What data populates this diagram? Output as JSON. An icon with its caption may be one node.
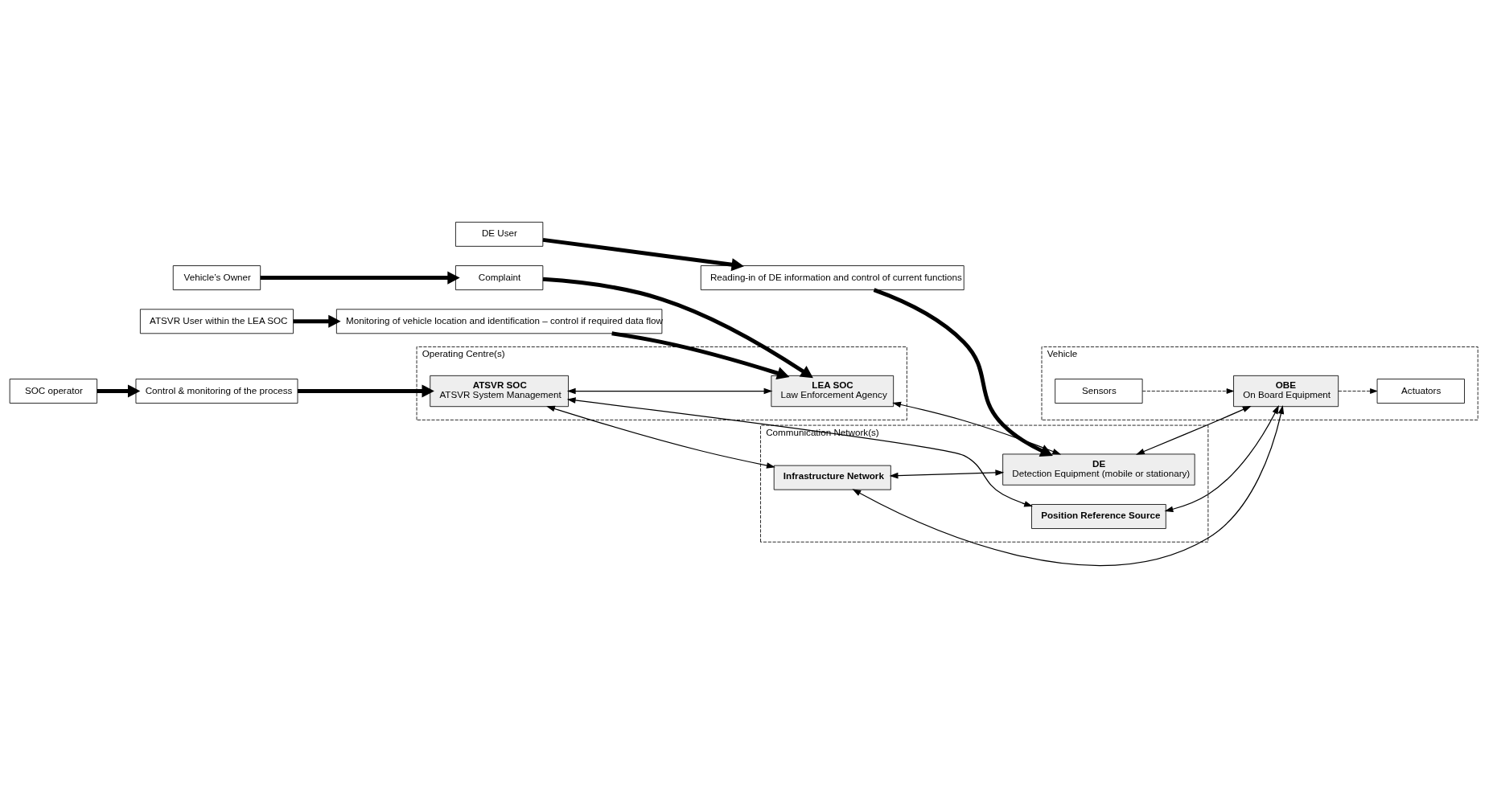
{
  "diagram": {
    "nodes": [
      {
        "text": [
          "Operating Centre(s)"
        ]
      },
      {
        "text": [
          "ATSVR SOC",
          "ATSVR System Management"
        ],
        "in": 0
      },
      {
        "text": [
          "LEA SOC",
          "Law Enforcement Agency"
        ],
        "in": 0
      },
      {
        "text": [
          "Communication Network(s)"
        ]
      },
      {
        "text": [
          "Position Reference Source"
        ],
        "in": 3
      },
      {
        "text": [
          "Infrastructure Network"
        ],
        "in": 3
      },
      {
        "text": [
          "DE",
          "Detection Equipment (mobile or stationary)"
        ],
        "in": 3
      },
      {
        "text": [
          "Vehicle"
        ]
      },
      {
        "text": [
          "Sensors"
        ],
        "in": 7
      },
      {
        "text": [
          "Actuators"
        ],
        "in": 7
      },
      {
        "text": [
          "OBE",
          "On Board Equipment"
        ],
        "in": 7
      },
      {
        "text": [
          "SOC operator"
        ]
      },
      {
        "text": [
          "Control & monitoring of the process"
        ]
      },
      {
        "text": [
          "Vehicle’s Owner"
        ]
      },
      {
        "text": [
          "Complaint"
        ]
      },
      {
        "text": [
          "Monitoring of vehicle location and identification – control if required data flow"
        ]
      },
      {
        "text": [
          "Reading-in of DE information and control of current functions"
        ]
      },
      {
        "text": [
          "ATSVR User within the LEA SOC"
        ]
      },
      {
        "text": [
          "DE User"
        ]
      }
    ],
    "edges": [
      {
        "from": 11,
        "to": 12,
        "arrow": "to",
        "style": "thick"
      },
      {
        "from": 12,
        "to": 1,
        "arrow": "to",
        "style": "thick"
      },
      {
        "from": 13,
        "to": 14,
        "arrow": "to",
        "style": "thick"
      },
      {
        "from": 14,
        "to": 2,
        "arrow": "to",
        "style": "thick"
      },
      {
        "from": 1,
        "to": 4,
        "arrow": "both"
      },
      {
        "from": 1,
        "to": 5,
        "arrow": "both"
      },
      {
        "from": 1,
        "to": 2,
        "arrow": "both"
      },
      {
        "from": 2,
        "to": 6,
        "arrow": "both"
      },
      {
        "from": 5,
        "to": 6,
        "arrow": "both"
      },
      {
        "from": 4,
        "to": 10,
        "arrow": "both"
      },
      {
        "from": 5,
        "to": 10,
        "arrow": "both"
      },
      {
        "from": 6,
        "to": 10,
        "arrow": "both"
      },
      {
        "from": 8,
        "to": 10,
        "arrow": "to",
        "style": "dashed"
      },
      {
        "from": 10,
        "to": 9,
        "arrow": "to",
        "style": "dashed"
      },
      {
        "from": 17,
        "to": 15,
        "arrow": "to",
        "style": "thick"
      },
      {
        "from": 15,
        "to": 2,
        "arrow": "to",
        "style": "thick"
      },
      {
        "from": 18,
        "to": 16,
        "arrow": "to",
        "style": "thick"
      },
      {
        "from": 16,
        "to": 6,
        "arrow": "to",
        "style": "thick"
      }
    ]
  }
}
